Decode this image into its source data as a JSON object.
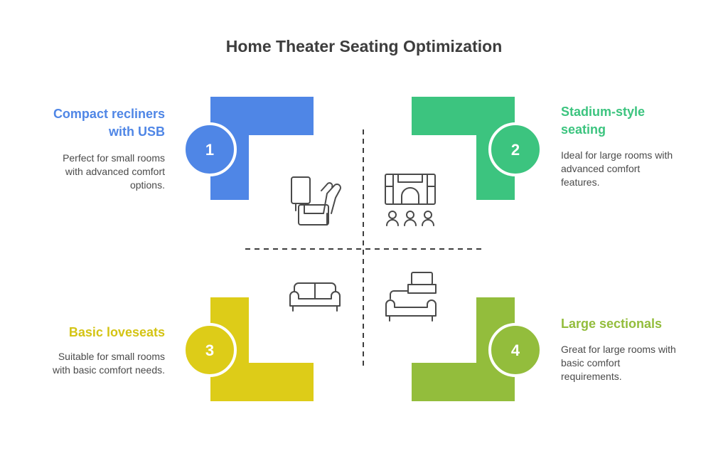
{
  "title": "Home Theater Seating Optimization",
  "colors": {
    "q1": "#4f86e6",
    "q2": "#3cc47f",
    "q3": "#ddcc18",
    "q4": "#93bd3c"
  },
  "quadrants": [
    {
      "number": "1",
      "heading_lines": [
        "Compact recliners",
        "with USB"
      ],
      "description_lines": [
        "Perfect for small rooms",
        "with advanced comfort",
        "options."
      ],
      "icon": "recliner-icon"
    },
    {
      "number": "2",
      "heading_lines": [
        "Stadium-style",
        "seating"
      ],
      "description_lines": [
        "Ideal for large rooms with",
        "advanced comfort",
        "features."
      ],
      "icon": "stadium-seating-icon"
    },
    {
      "number": "3",
      "heading_lines": [
        "Basic loveseats"
      ],
      "description_lines": [
        "Suitable for small rooms",
        "with basic comfort needs."
      ],
      "icon": "loveseat-icon"
    },
    {
      "number": "4",
      "heading_lines": [
        "Large sectionals"
      ],
      "description_lines": [
        "Great for large rooms with",
        "basic comfort",
        "requirements."
      ],
      "icon": "sectional-sofa-icon"
    }
  ]
}
